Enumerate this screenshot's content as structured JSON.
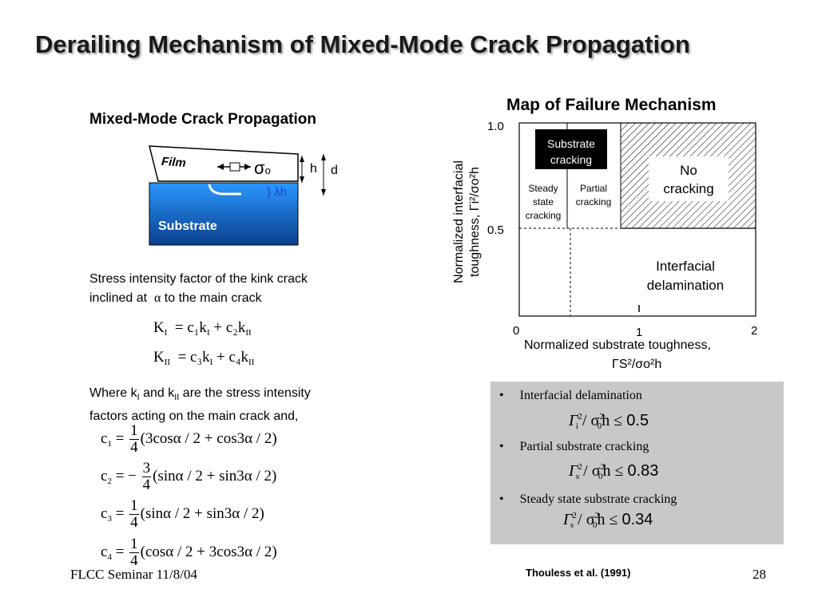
{
  "slide": {
    "title": "Derailing Mechanism of Mixed-Mode Crack Propagation",
    "footer_left": "FLCC Seminar 11/8/04",
    "page_number": "28",
    "citation": "Thouless et al. (1991)"
  },
  "left": {
    "heading": "Mixed-Mode Crack Propagation",
    "diagram": {
      "film_label": "Film",
      "substrate_label": "Substrate",
      "sigma_label": "σ",
      "sigma_sub": "o",
      "h_label": "h",
      "d_label": "d",
      "lambda_label": "} λh"
    },
    "stress_text_line1": "Stress intensity factor of the kink crack",
    "stress_text_line2_pre": "inclined at",
    "alpha": "α",
    "stress_text_line2_post": "to the main crack",
    "where_pre": "Where k",
    "where_sub1": "I",
    "where_mid": " and k",
    "where_sub2": "II",
    "where_post": " are the stress intensity",
    "where_line2": "factors acting on the main crack and,",
    "eq_KI": {
      "lhs": "K",
      "lhs_sub": "I",
      "rhs": "= c₁k",
      "k1_sub": "I",
      "plus": " + c₂k",
      "k2_sub": "II"
    },
    "eq_KII": {
      "lhs": "K",
      "lhs_sub": "II",
      "rhs": "= c₃k",
      "k1_sub": "I",
      "plus": " + c₄k",
      "k2_sub": "II"
    },
    "coeffs": [
      {
        "lhs": "c",
        "sub": "1",
        "eq": "=",
        "num": "1",
        "den": "4",
        "body": "(3cosα / 2 + cos3α / 2)"
      },
      {
        "lhs": "c",
        "sub": "2",
        "eq": "= −",
        "num": "3",
        "den": "4",
        "body": "(sinα / 2 + sin3α / 2)"
      },
      {
        "lhs": "c",
        "sub": "3",
        "eq": "=",
        "num": "1",
        "den": "4",
        "body": "(sinα / 2 + sin3α / 2)"
      },
      {
        "lhs": "c",
        "sub": "4",
        "eq": "=",
        "num": "1",
        "den": "4",
        "body": "(cosα / 2 + 3cos3α / 2)"
      }
    ]
  },
  "chart_data": {
    "type": "region-map",
    "title": "Map of Failure Mechanism",
    "xlabel_line1": "Normalized substrate toughness,",
    "xlabel_line2": "ΓS²/σo²h",
    "ylabel_line1": "Normalized interfacial",
    "ylabel_line2": "toughness, Γi²/σo²h",
    "x_ticks": [
      "0",
      "1",
      "2"
    ],
    "y_ticks": [
      "1.0",
      "0.5"
    ],
    "xlim": [
      0,
      2
    ],
    "ylim": [
      0,
      1
    ],
    "regions": [
      {
        "label": "Substrate cracking",
        "style": "black-label"
      },
      {
        "label_lines": [
          "Steady",
          "state",
          "cracking"
        ]
      },
      {
        "label_lines": [
          "Partial",
          "cracking"
        ]
      },
      {
        "label_lines": [
          "No",
          "cracking"
        ],
        "style": "hatched"
      },
      {
        "label_lines": [
          "Interfacial",
          "delamination"
        ]
      }
    ],
    "boundaries": {
      "interface_threshold": 0.5,
      "steady_state_x": 0.34,
      "partial_x": 0.83
    }
  },
  "criteria": [
    {
      "label": "Interfacial delamination",
      "symbol": "Γ",
      "sym_sub": "i",
      "rest": "/ σ",
      "value": "0.5"
    },
    {
      "label": "Partial substrate cracking",
      "symbol": "Γ",
      "sym_sub": "s",
      "rest": "/ σ",
      "value": "0.83"
    },
    {
      "label": "Steady state substrate cracking",
      "symbol": "Γ",
      "sym_sub": "s",
      "rest": "/ σ",
      "value": "0.34"
    }
  ],
  "bullet_char": "•",
  "colors": {
    "substrate_top": "#1e90ff",
    "substrate_bottom": "#0a3f8c",
    "gray_box": "#c8c8c8"
  }
}
